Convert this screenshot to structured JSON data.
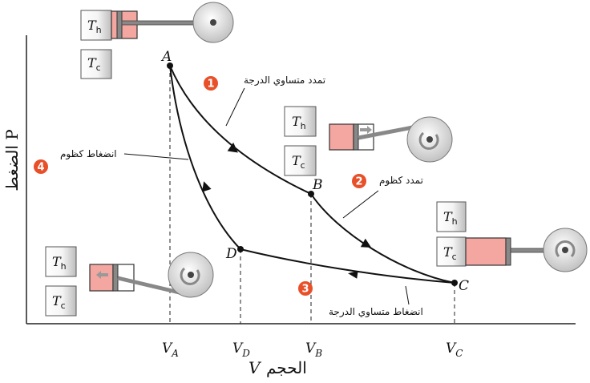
{
  "axes": {
    "y_title": "الضغط P",
    "x_title_ar": "الحجم",
    "x_title_sym": "V"
  },
  "points": {
    "A": "A",
    "B": "B",
    "C": "C",
    "D": "D"
  },
  "volume_ticks": [
    {
      "main": "V",
      "sub": "A"
    },
    {
      "main": "V",
      "sub": "D"
    },
    {
      "main": "V",
      "sub": "B"
    },
    {
      "main": "V",
      "sub": "C"
    }
  ],
  "processes": [
    {
      "number": "1",
      "label": "تمدد متساوي الدرجة"
    },
    {
      "number": "2",
      "label": "تمدد كظوم"
    },
    {
      "number": "3",
      "label": "انضغاط متساوي الدرجة"
    },
    {
      "number": "4",
      "label": "انضغاط كظوم"
    }
  ],
  "reservoirs": {
    "hot_main": "T",
    "hot_sub": "h",
    "cold_main": "T",
    "cold_sub": "c"
  },
  "colors": {
    "badge": "#e8502a",
    "hot_fill": "#f4a6a0",
    "curve": "#111111",
    "cylinder": "#777777"
  }
}
